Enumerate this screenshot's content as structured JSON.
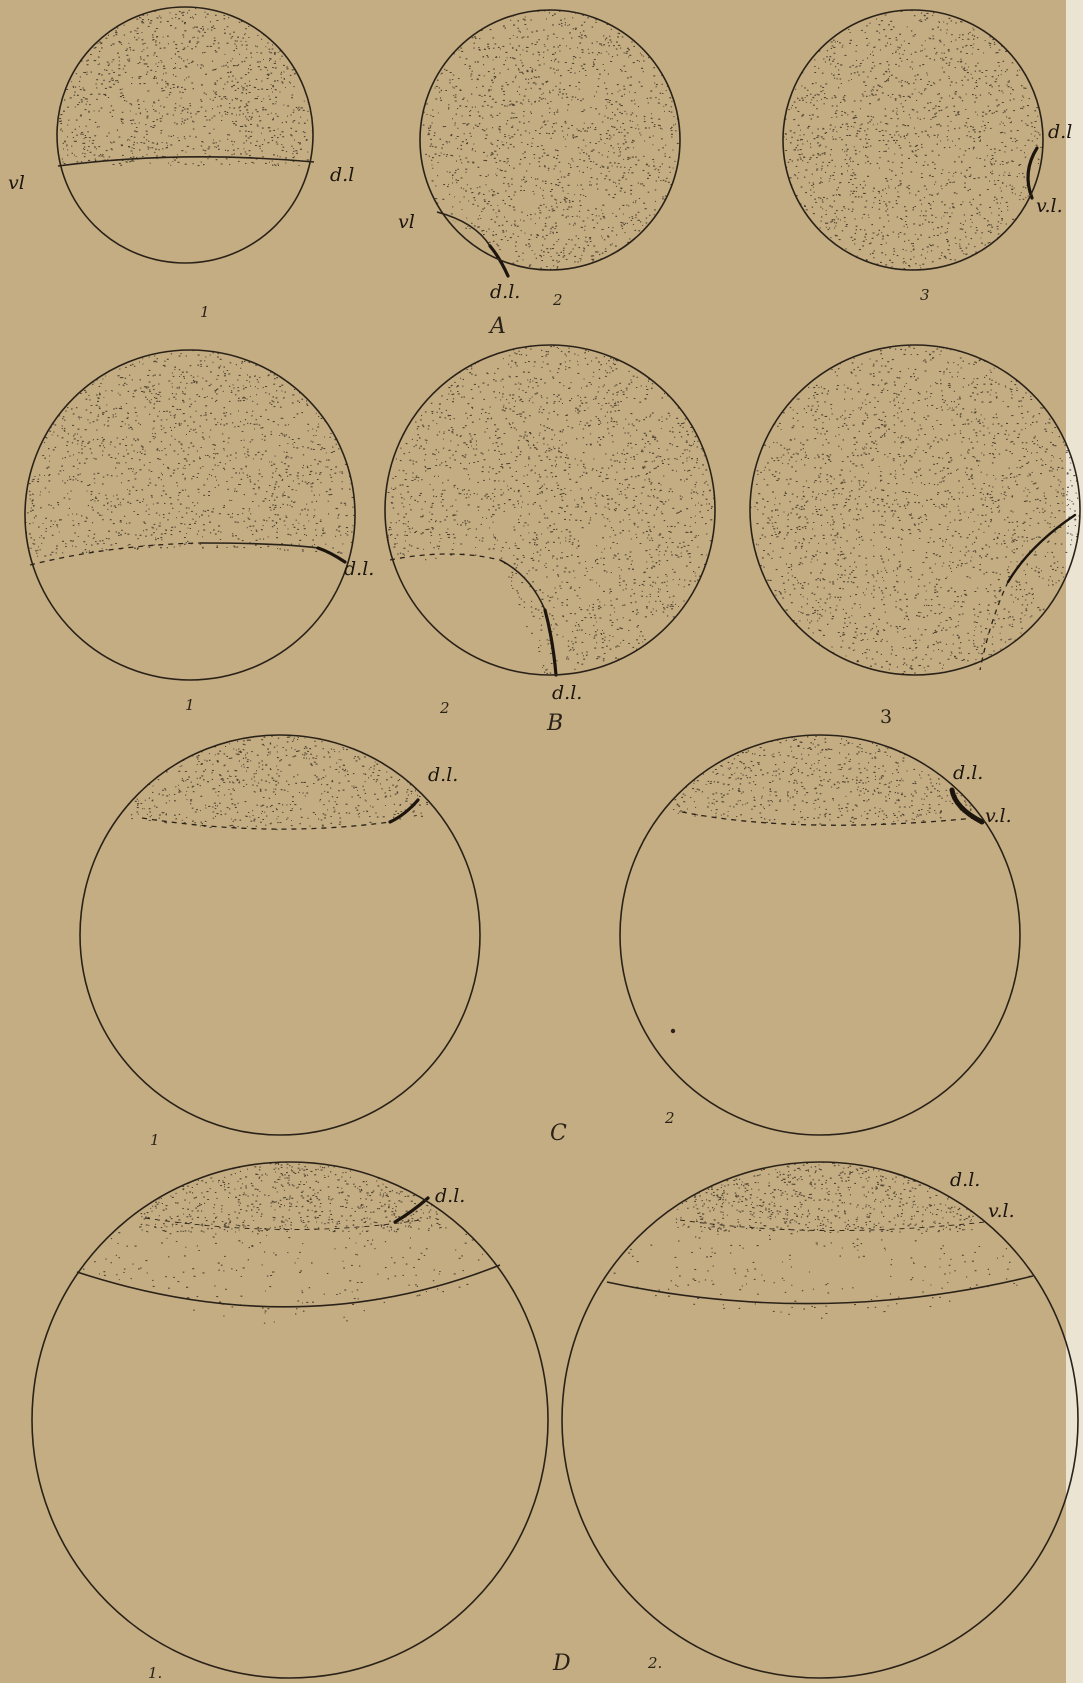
{
  "colors": {
    "paper": "#c4ad83",
    "ink": "#2a2218",
    "edge_strip": "#ece4d2"
  },
  "rows": {
    "A": {
      "letter": "A",
      "fig1": {
        "number": "1",
        "left_label": "vl",
        "right_label": "d.l"
      },
      "fig2": {
        "number": "2",
        "upper_label": "vl",
        "lower_label": "d.l."
      },
      "fig3": {
        "number": "3",
        "upper_label": "d.l",
        "lower_label": "v.l."
      }
    },
    "B": {
      "letter": "B",
      "fig1": {
        "number": "1",
        "label": "d.l."
      },
      "fig2": {
        "number": "2",
        "label": "d.l."
      },
      "fig3": {
        "number": "3"
      }
    },
    "C": {
      "letter": "C",
      "fig1": {
        "number": "1",
        "label": "d.l."
      },
      "fig2": {
        "number": "2",
        "upper_label": "d.l.",
        "lower_label": "v.l."
      }
    },
    "D": {
      "letter": "D",
      "fig1": {
        "number": "1.",
        "label": "d.l."
      },
      "fig2": {
        "number": "2.",
        "upper_label": "d.l.",
        "lower_label": "v.l."
      }
    }
  }
}
